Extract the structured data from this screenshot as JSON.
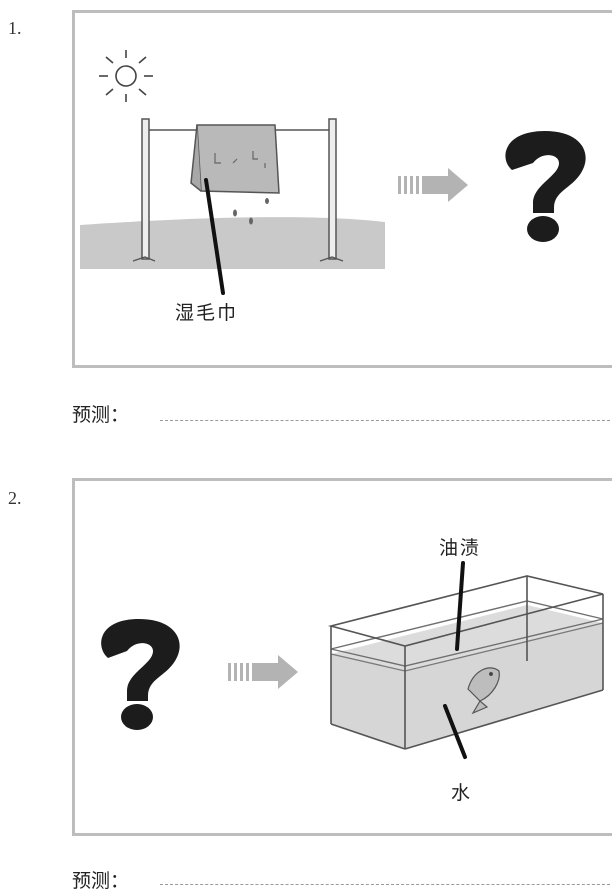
{
  "q1": {
    "number": "1.",
    "towel_label": "湿毛巾",
    "predict_label": "预测："
  },
  "q2": {
    "number": "2.",
    "oil_label": "油渍",
    "water_label": "水",
    "predict_label": "预测："
  },
  "colors": {
    "frame": "#bdbdbd",
    "ground": "#c9c9c9",
    "towel": "#b9b9b9",
    "arrow": "#b3b3b3",
    "question_mark": "#1c1c1c",
    "water": "#d6d6d6",
    "answer_line": "#9a9a9a"
  },
  "icons": [
    "sun-icon",
    "arrow-right-icon",
    "question-mark-icon",
    "fish-icon"
  ]
}
